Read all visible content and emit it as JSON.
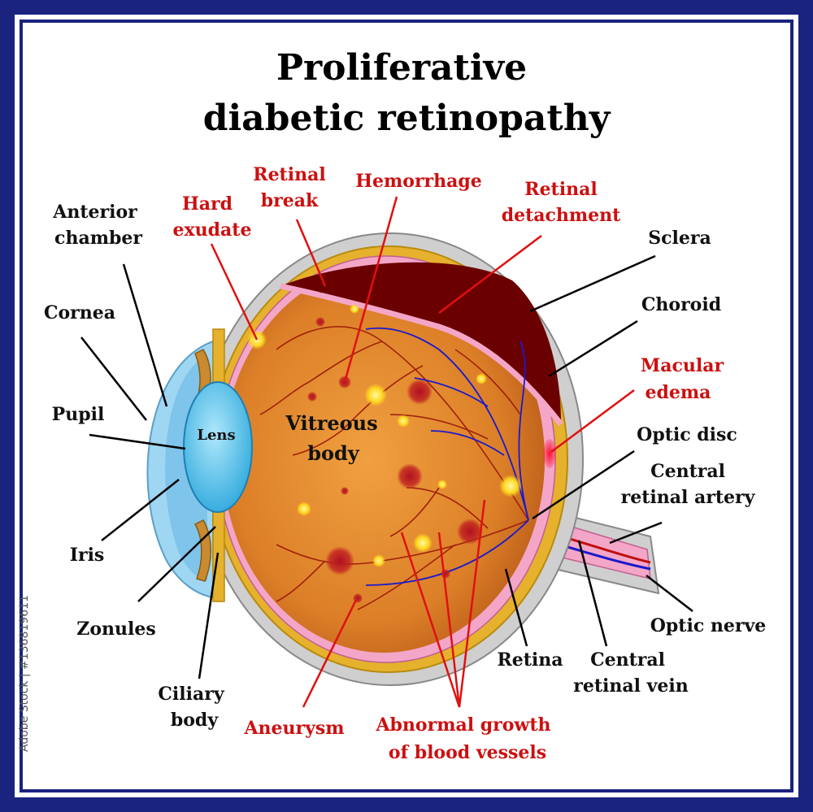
{
  "title": {
    "line1": "Proliferative",
    "line2": "diabetic retinopathy"
  },
  "colors": {
    "frame": "#1a237e",
    "label_black": "#111111",
    "label_red": "#cc1010",
    "vitreous": "#e38a2c",
    "sclera": "#cfcfcf",
    "choroid": "#e6b12c",
    "retina": "#f4a6c8",
    "lens": "#5cc8ee",
    "cornea": "#9fd6f2",
    "detachment": "#6b0000"
  },
  "inner_labels": {
    "lens": "Lens",
    "vitreous_1": "Vitreous",
    "vitreous_2": "body"
  },
  "labels": {
    "anterior_chamber": {
      "line1": "Anterior",
      "line2": "chamber"
    },
    "cornea": "Cornea",
    "pupil": "Pupil",
    "iris": "Iris",
    "zonules": "Zonules",
    "ciliary_body": {
      "line1": "Ciliary",
      "line2": "body"
    },
    "hard_exudate": {
      "line1": "Hard",
      "line2": "exudate"
    },
    "retinal_break": {
      "line1": "Retinal",
      "line2": "break"
    },
    "hemorrhage": "Hemorrhage",
    "retinal_detachment": {
      "line1": "Retinal",
      "line2": "detachment"
    },
    "sclera": "Sclera",
    "choroid": "Choroid",
    "macular_edema": {
      "line1": "Macular",
      "line2": "edema"
    },
    "optic_disc": "Optic disc",
    "central_retinal_artery": {
      "line1": "Central",
      "line2": "retinal artery"
    },
    "optic_nerve": "Optic nerve",
    "central_retinal_vein": {
      "line1": "Central",
      "line2": "retinal vein"
    },
    "retina": "Retina",
    "aneurysm": "Aneurysm",
    "abnormal_growth": {
      "line1": "Abnormal growth",
      "line2": "of blood vessels"
    }
  },
  "watermark": "Adobe Stock | #136819611"
}
